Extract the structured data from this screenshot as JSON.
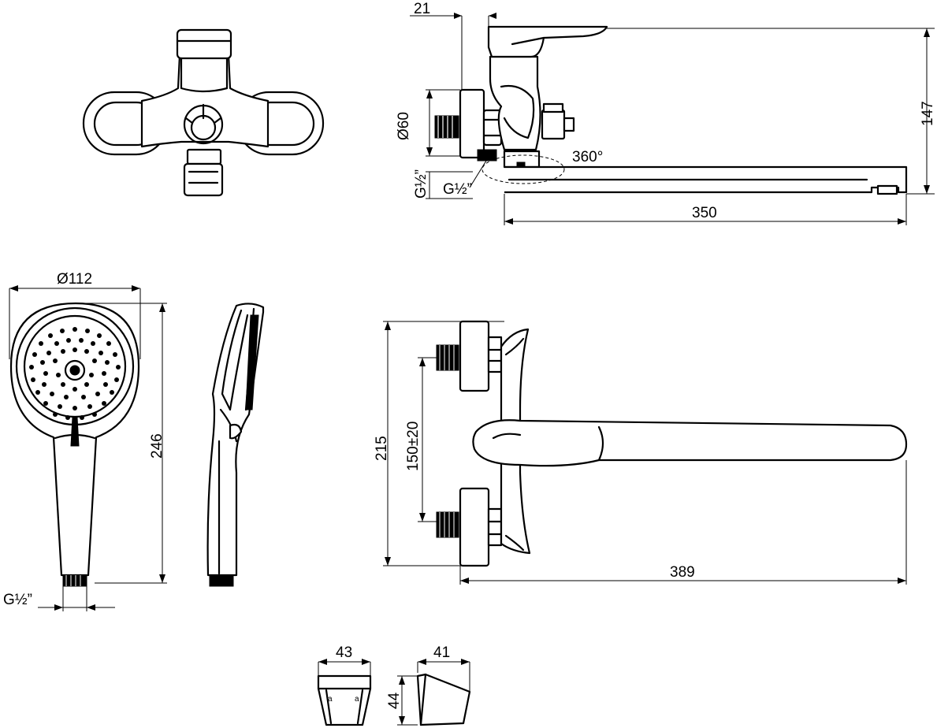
{
  "dimensions": {
    "top_offset": "21",
    "height_total": "147",
    "flange_diameter": "Ø60",
    "inlet_thread": "G½”",
    "outlet_thread": "G½”",
    "rotation": "360°",
    "spout_length": "350",
    "head_diameter": "Ø112",
    "hand_shower_length": "246",
    "hand_shower_thread": "G½”",
    "mixer_height": "215",
    "center_distance": "150±20",
    "overall_length": "389",
    "holder_width": "43",
    "holder_depth": "41",
    "holder_height": "44"
  }
}
